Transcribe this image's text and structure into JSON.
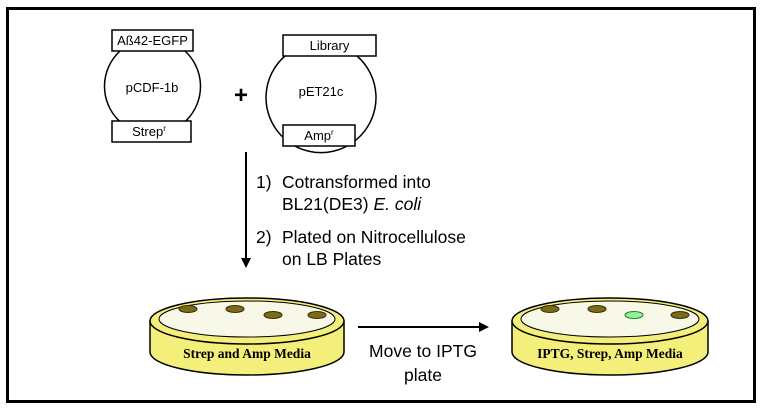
{
  "plasmid1": {
    "top_label": "Aß42-EGFP",
    "name": "pCDF-1b",
    "bottom_label": "Strep",
    "bottom_sup": "r"
  },
  "plus": "+",
  "plasmid2": {
    "top_label": "Library",
    "name": "pET21c",
    "bottom_label": "Amp",
    "bottom_sup": "r"
  },
  "steps": {
    "step1_num": "1)",
    "step1_line1": "Cotransformed into",
    "step1_line2_a": "BL21(DE3) ",
    "step1_line2_b": "E. coli",
    "step2_num": "2)",
    "step2_line1": "Plated on Nitrocellulose",
    "step2_line2": "on LB Plates"
  },
  "plate_left": {
    "label": "Strep and Amp Media"
  },
  "move": {
    "line1": "Move to IPTG",
    "line2": "plate"
  },
  "plate_right": {
    "label": "IPTG, Strep, Amp Media"
  },
  "colors": {
    "dish_side": "#f3ef7a",
    "dish_top": "#f7f8e8",
    "colony": "#7a6a1c",
    "colony_fluorescent": "#8ef59a"
  }
}
